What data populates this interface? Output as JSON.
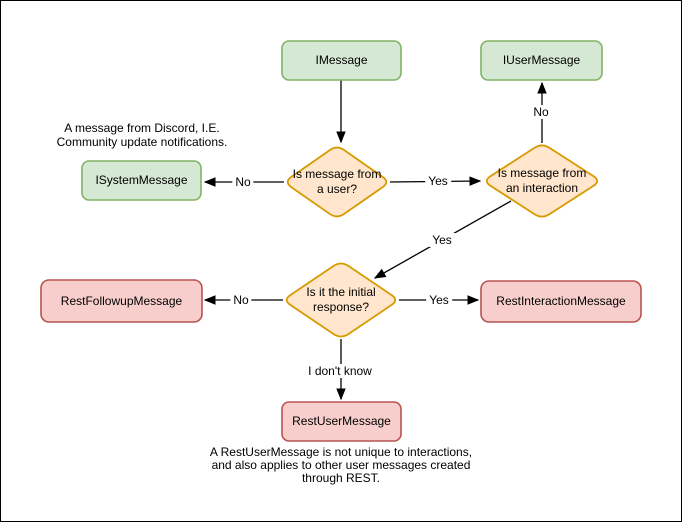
{
  "colors": {
    "interface_fill": "#d5e8d4",
    "interface_stroke": "#82b366",
    "decision_fill": "#ffe6cc",
    "decision_stroke": "#d79b00",
    "rest_fill": "#f8cecc",
    "rest_stroke": "#b85450",
    "edge": "#000000"
  },
  "nodes": {
    "imessage": {
      "label": "IMessage"
    },
    "iusermessage": {
      "label": "IUserMessage"
    },
    "isystemmessage": {
      "label": "ISystemMessage"
    },
    "restfollowupmessage": {
      "label": "RestFollowupMessage"
    },
    "restinteractionmessage": {
      "label": "RestInteractionMessage"
    },
    "restusermessage": {
      "label": "RestUserMessage"
    }
  },
  "decisions": {
    "is_from_user": {
      "label": "Is message from\na user?"
    },
    "is_from_interaction": {
      "label": "Is message from\nan interaction"
    },
    "is_initial_response": {
      "label": "Is it the initial\nresponse?"
    }
  },
  "edge_labels": {
    "from_user_no": "No",
    "from_user_yes": "Yes",
    "from_interaction_no": "No",
    "from_interaction_yes": "Yes",
    "initial_no": "No",
    "initial_yes": "Yes",
    "initial_unknown": "I don't know"
  },
  "captions": {
    "isystemmessage_note": "A message from Discord, I.E.\nCommunity update notifications.",
    "restusermessage_note": "A RestUserMessage is not unique to interactions,\nand also applies to other user messages created\nthrough REST."
  }
}
